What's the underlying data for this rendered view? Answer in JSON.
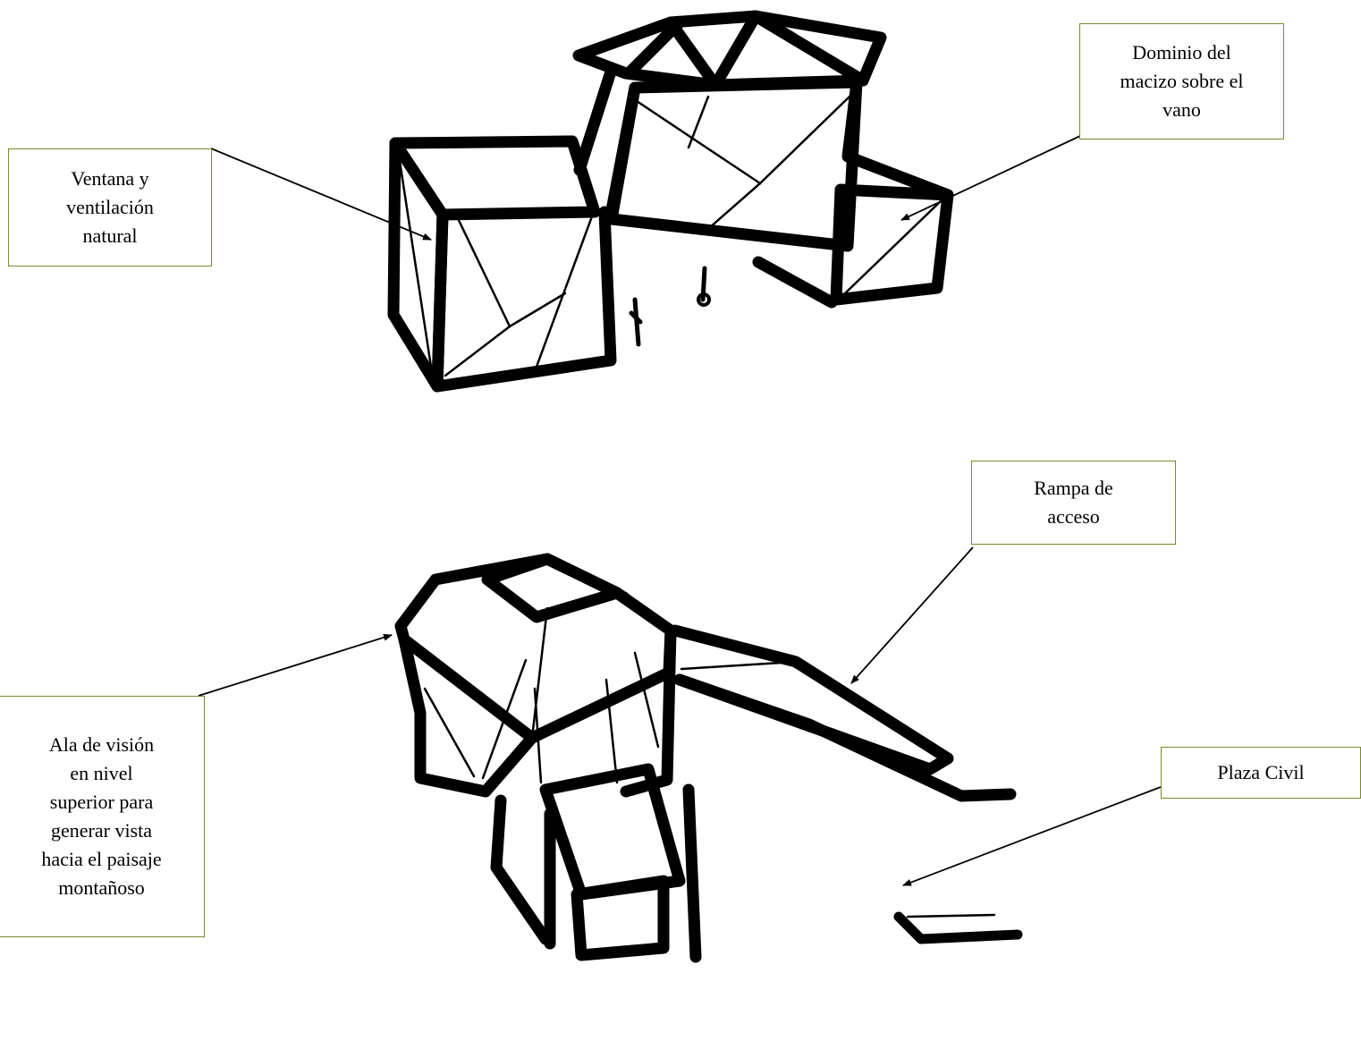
{
  "colors": {
    "ink": "#000000",
    "label_border": "#7a8a2a",
    "background": "#ffffff"
  },
  "labels": {
    "ventana": "Ventana y\nventilación\nnatural",
    "dominio": "Dominio del\nmacizo sobre el\nvano",
    "rampa": "Rampa de\nacceso",
    "plaza": "Plaza Civil",
    "ala": "Ala de visión\nen nivel\nsuperior para\ngenerar vista\nhacia el paisaje\nmontañoso"
  }
}
